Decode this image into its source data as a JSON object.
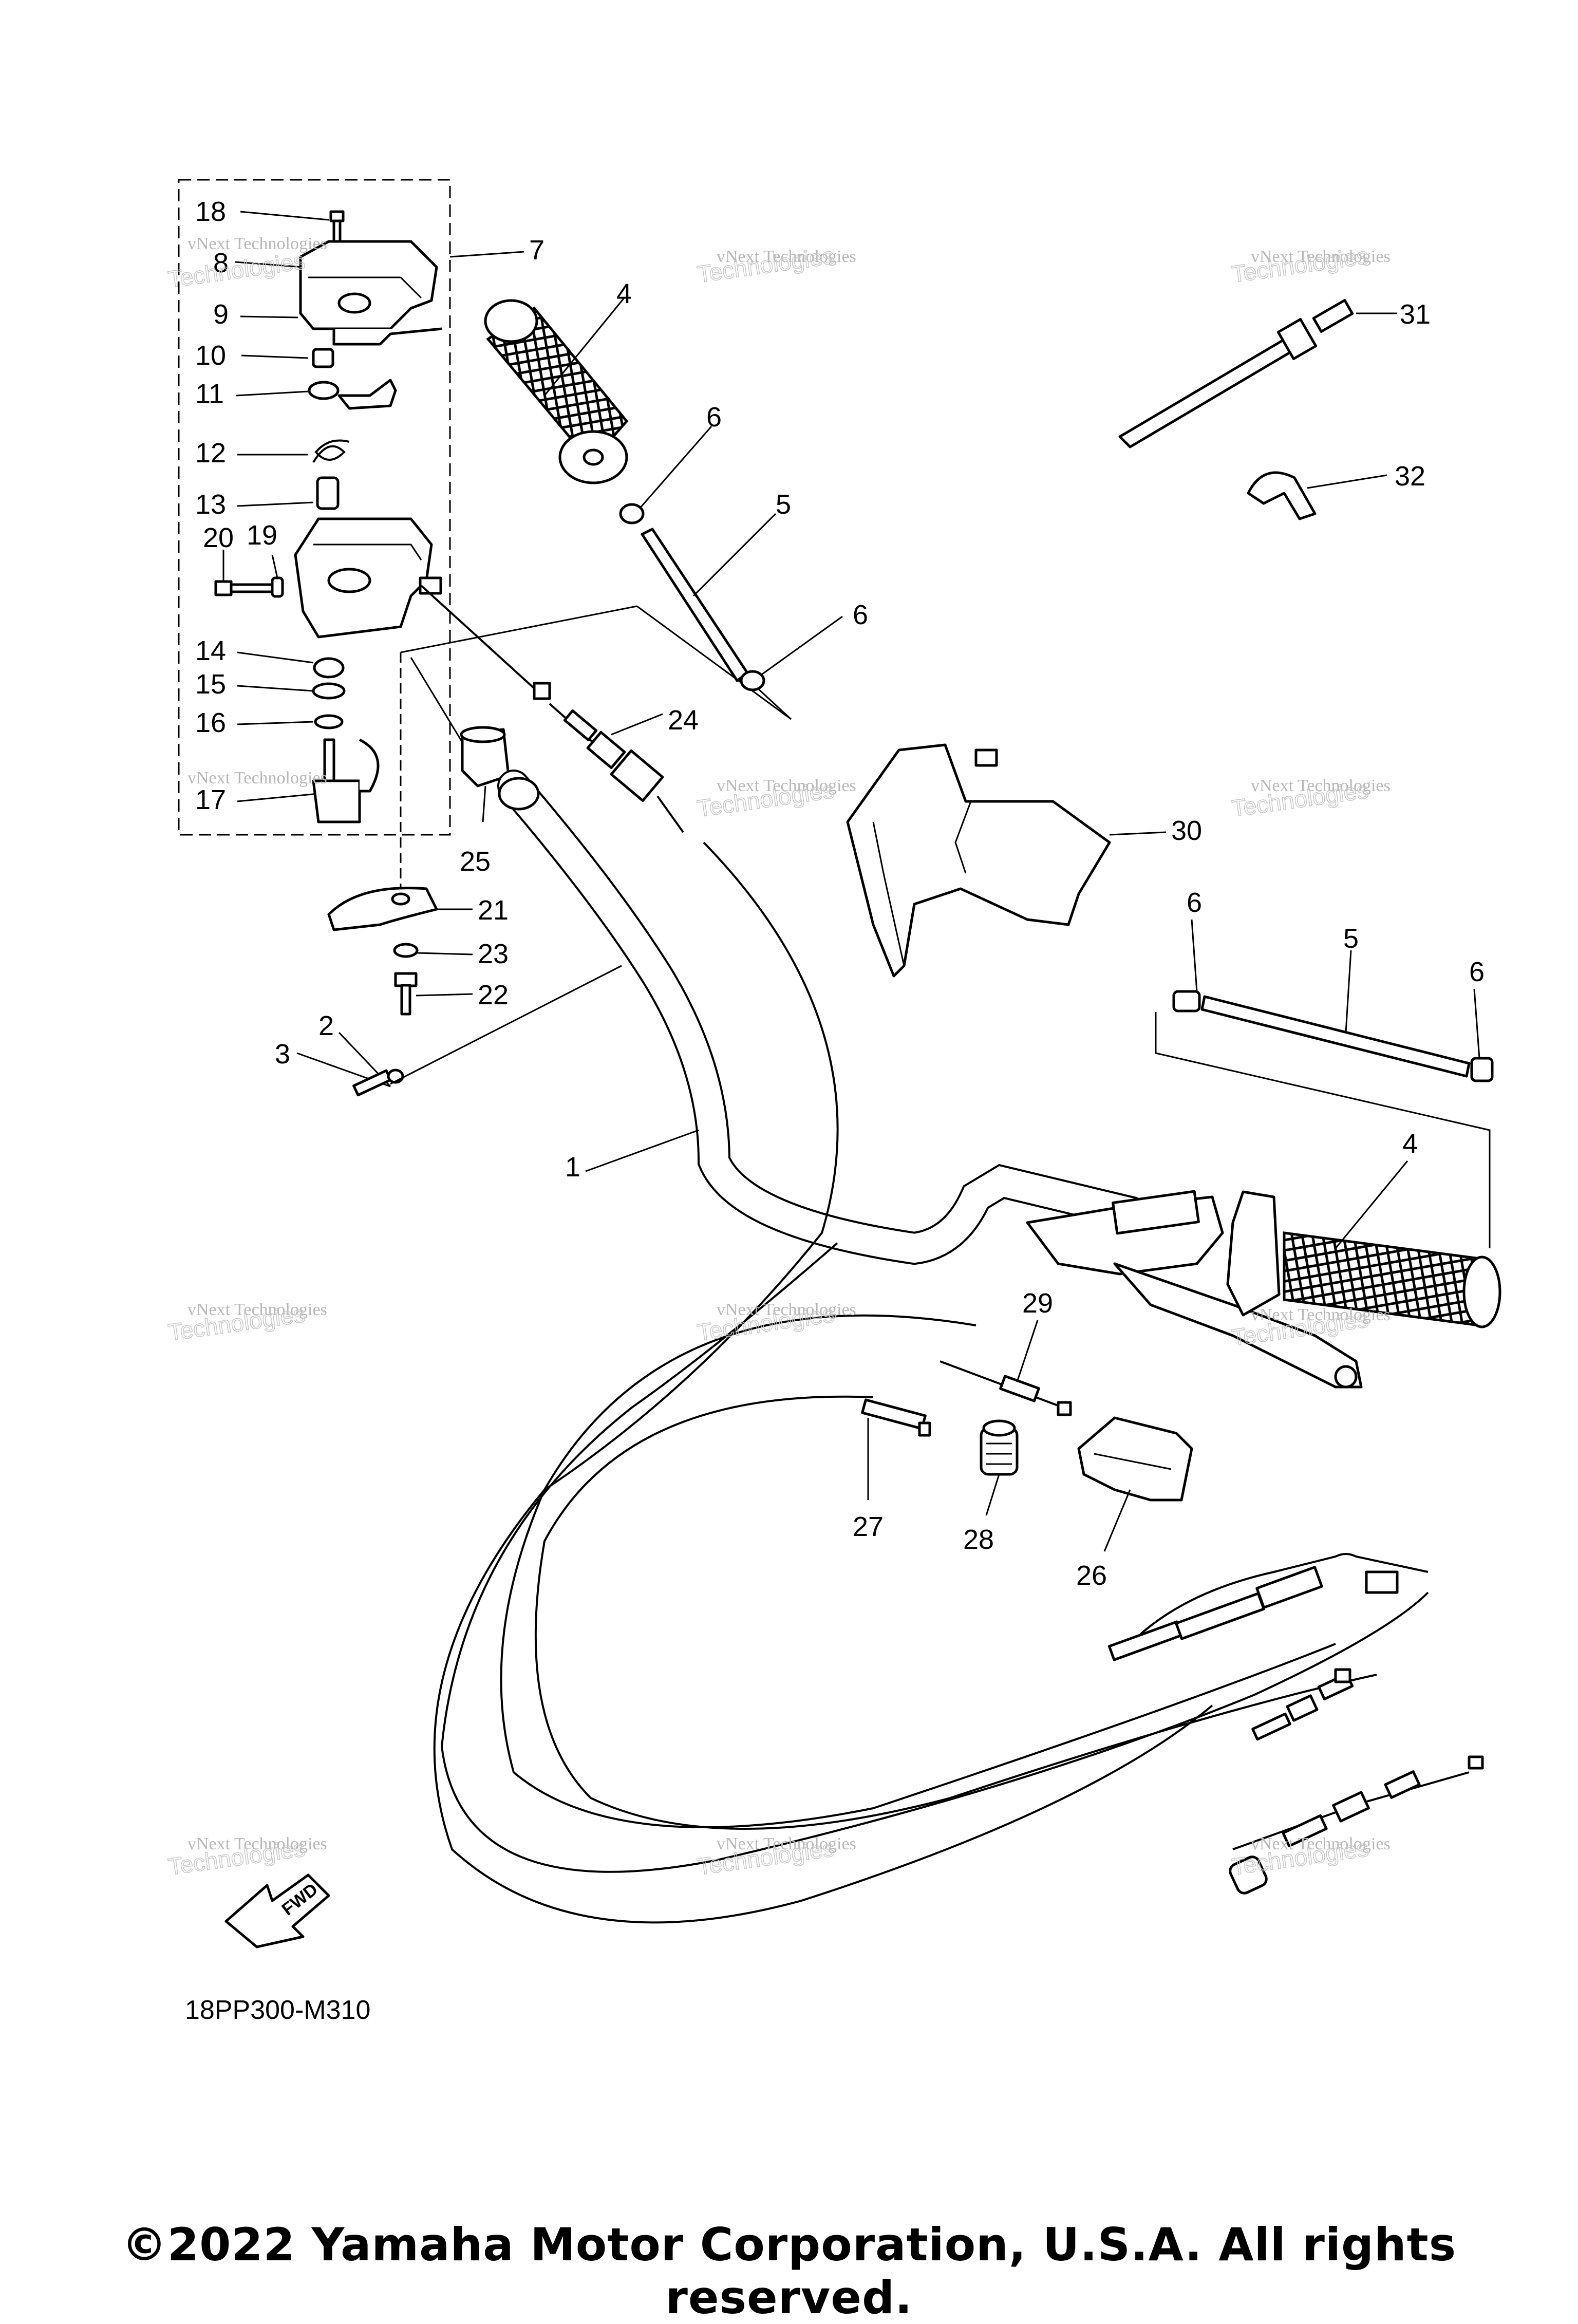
{
  "diagram": {
    "drawing_code": "18PP300-M310",
    "fwd_label": "FWD",
    "copyright": "©2022 Yamaha Motor Corporation, U.S.A. All rights reserved.",
    "watermark_small": "vNext Technologies",
    "watermark_large": "Technologies",
    "callouts": [
      "1",
      "2",
      "3",
      "4",
      "4",
      "5",
      "5",
      "6",
      "6",
      "6",
      "6",
      "7",
      "8",
      "9",
      "10",
      "11",
      "12",
      "13",
      "14",
      "15",
      "16",
      "17",
      "18",
      "19",
      "20",
      "21",
      "22",
      "23",
      "24",
      "25",
      "26",
      "27",
      "28",
      "29",
      "30",
      "31",
      "32"
    ]
  }
}
